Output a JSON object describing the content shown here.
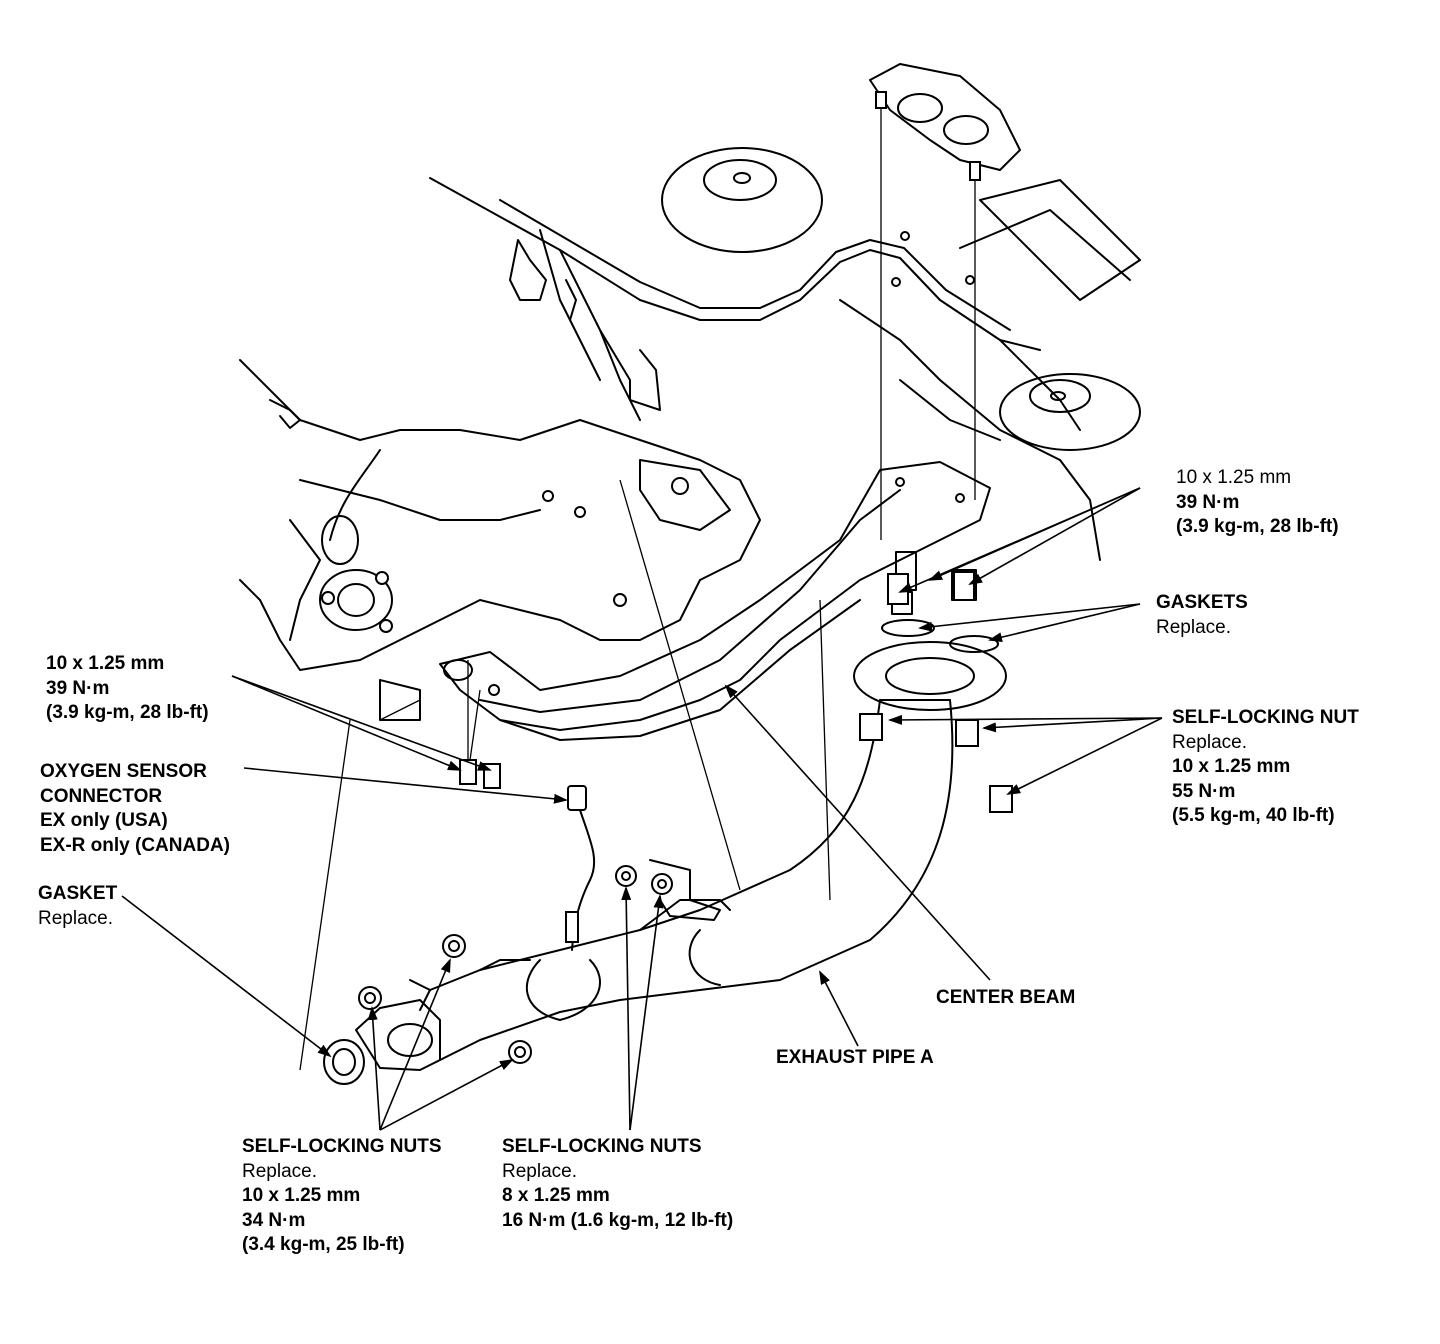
{
  "labels": {
    "bolts_upper_right": {
      "line1": "10 x 1.25 mm",
      "line2": "39 N·m",
      "line3": "(3.9 kg-m, 28 lb-ft)"
    },
    "gaskets": {
      "title": "GASKETS",
      "note": "Replace."
    },
    "self_locking_nut_right": {
      "title": "SELF-LOCKING NUT",
      "note": "Replace.",
      "line1": "10 x 1.25 mm",
      "line2": "55 N·m",
      "line3": "(5.5 kg-m, 40 lb-ft)"
    },
    "bolts_left": {
      "line1": "10 x 1.25 mm",
      "line2": "39 N·m",
      "line3": "(3.9 kg-m, 28 lb-ft)"
    },
    "oxygen_sensor": {
      "line1": "OXYGEN SENSOR",
      "line2": "CONNECTOR",
      "line3": "EX only (USA)",
      "line4": "EX-R only (CANADA)"
    },
    "gasket_left": {
      "title": "GASKET",
      "note": "Replace."
    },
    "center_beam": {
      "title": "CENTER BEAM"
    },
    "exhaust_pipe_a": {
      "title": "EXHAUST PIPE A"
    },
    "self_locking_nuts_bottom_left": {
      "title": "SELF-LOCKING NUTS",
      "note": "Replace.",
      "line1": "10 x 1.25 mm",
      "line2": "34 N·m",
      "line3": "(3.4 kg-m, 25 lb-ft)"
    },
    "self_locking_nuts_bottom_mid": {
      "title": "SELF-LOCKING NUTS",
      "note": "Replace.",
      "line1": "8 x 1.25 mm",
      "line2": "16 N·m (1.6 kg-m, 12 lb-ft)"
    }
  },
  "colors": {
    "ink": "#000000",
    "paper": "#ffffff"
  }
}
